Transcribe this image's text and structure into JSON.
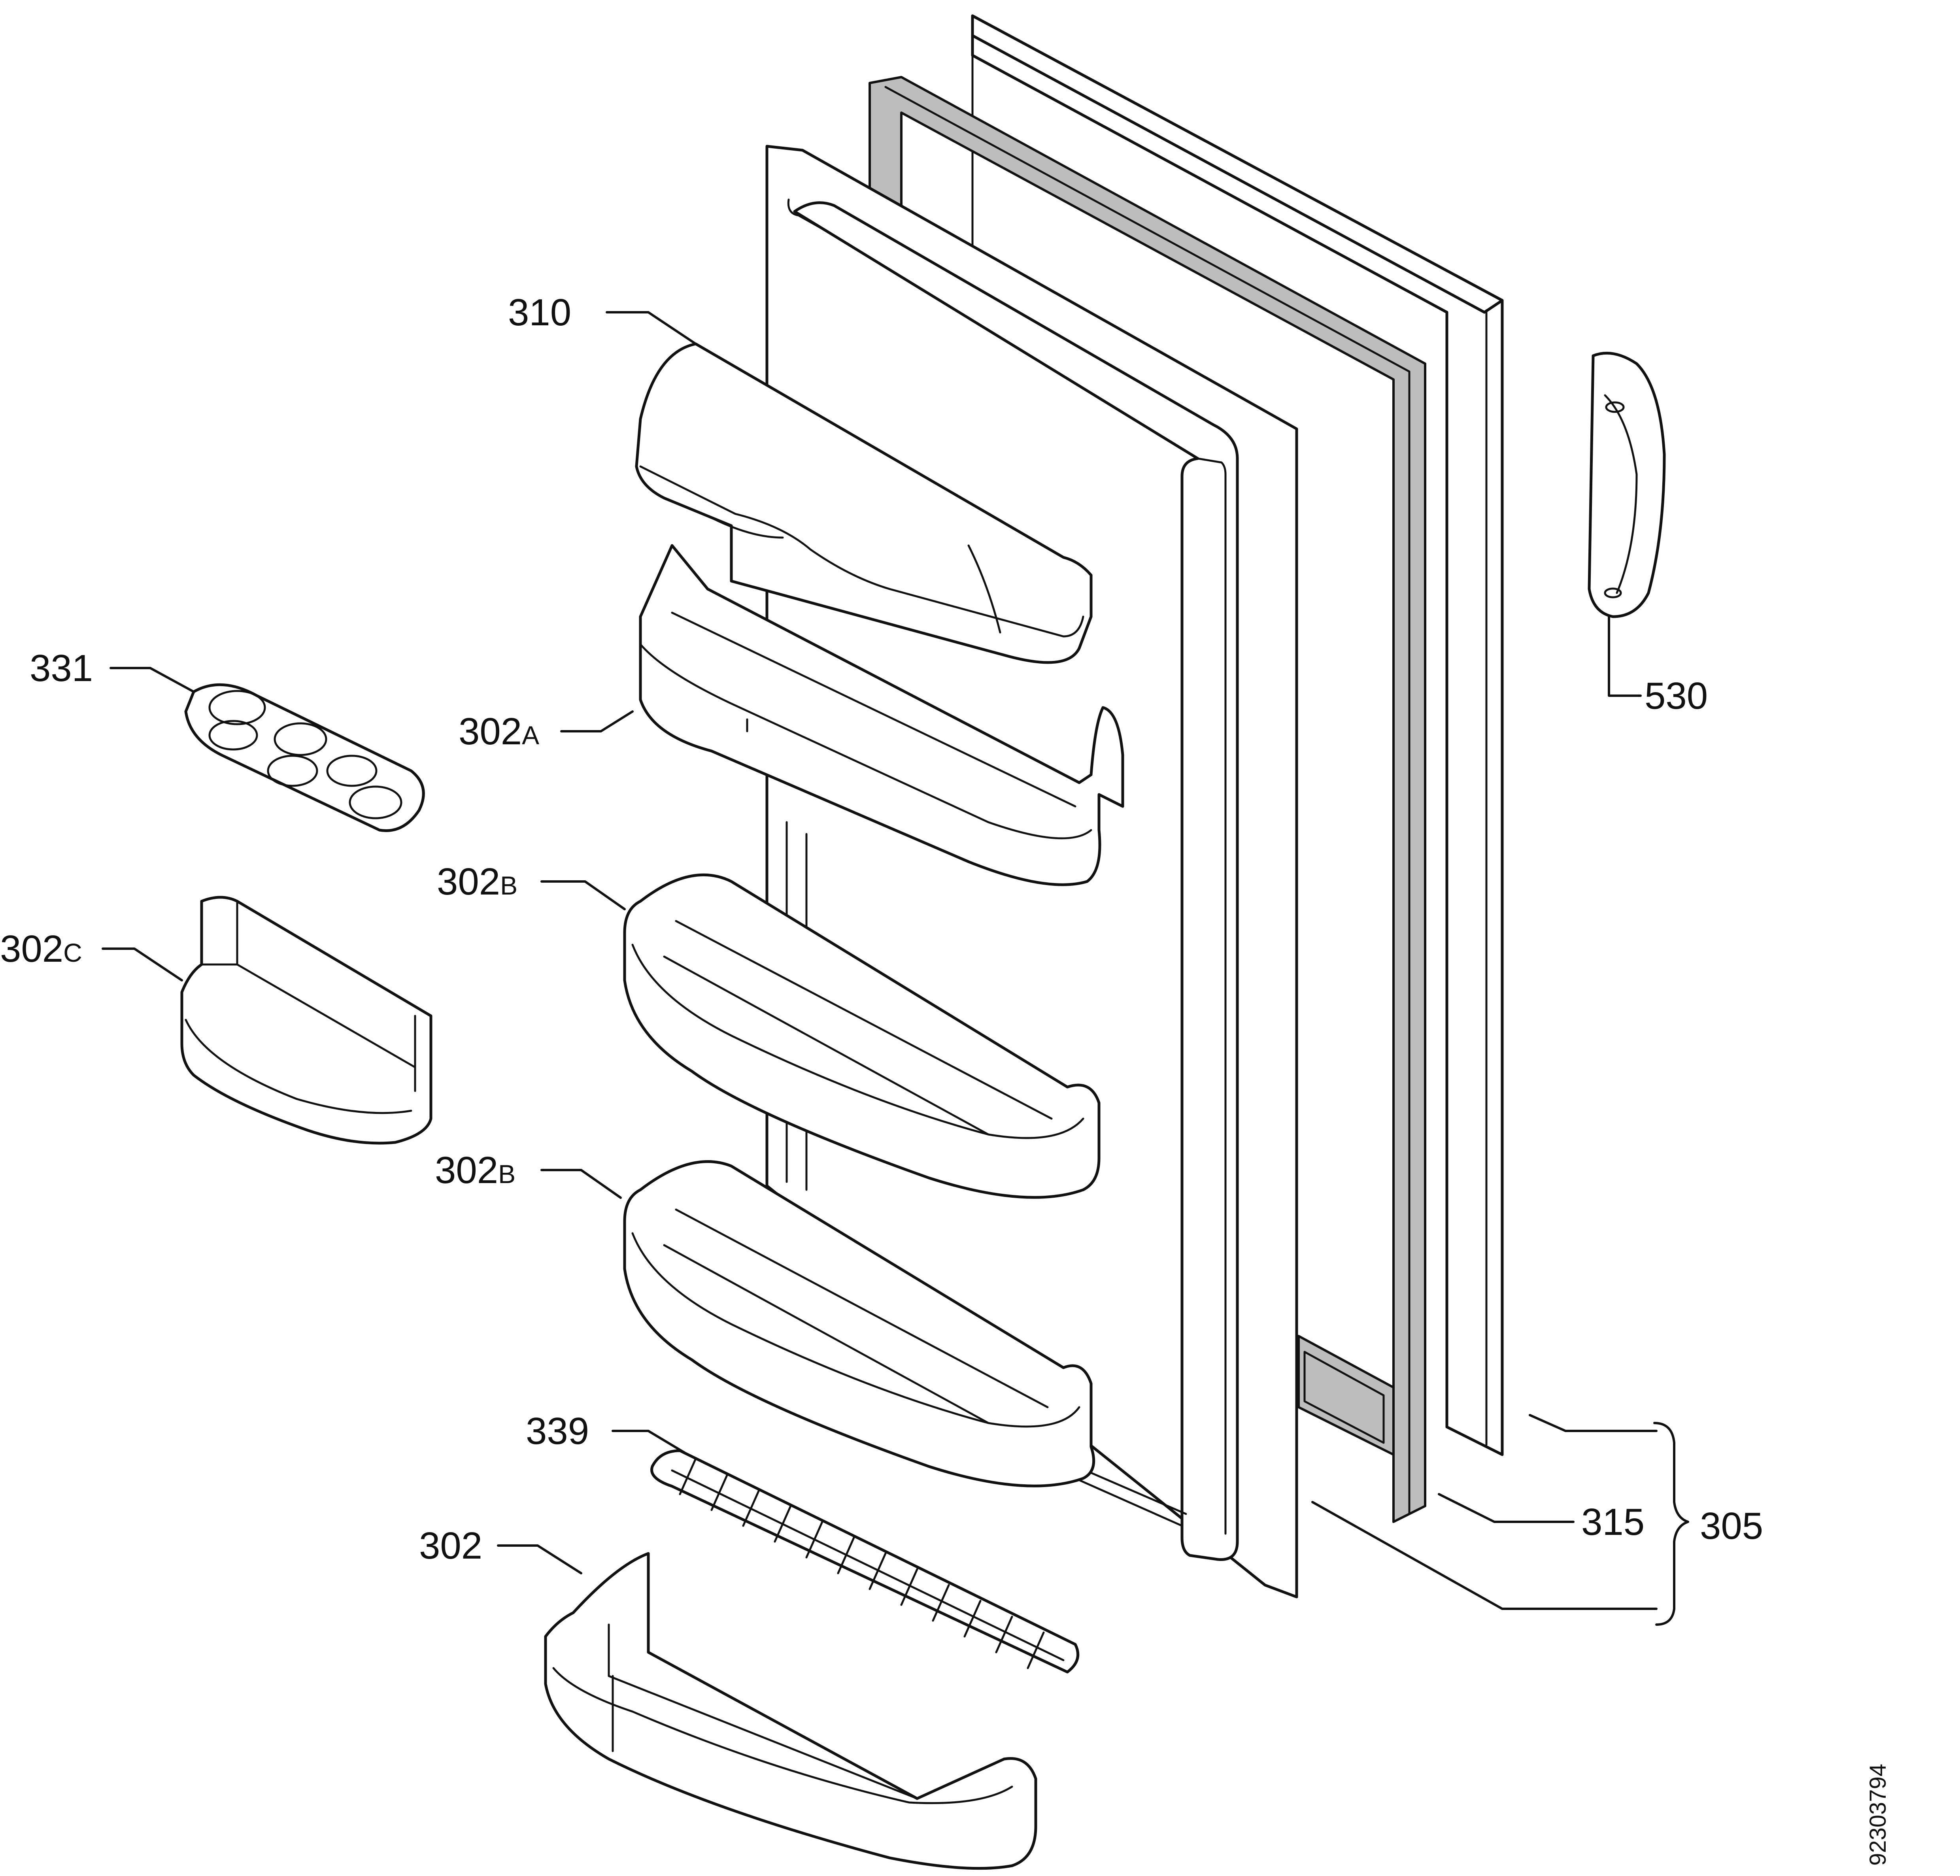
{
  "diagram": {
    "labels": {
      "p310": "310",
      "p331": "331",
      "p302a_num": "302",
      "p302a_suffix": "A",
      "p302b1_num": "302",
      "p302b1_suffix": "B",
      "p302b2_num": "302",
      "p302b2_suffix": "B",
      "p302c_num": "302",
      "p302c_suffix": "C",
      "p339": "339",
      "p302": "302",
      "p530": "530",
      "p315": "315",
      "p305": "305"
    },
    "document_number": "92303794"
  }
}
